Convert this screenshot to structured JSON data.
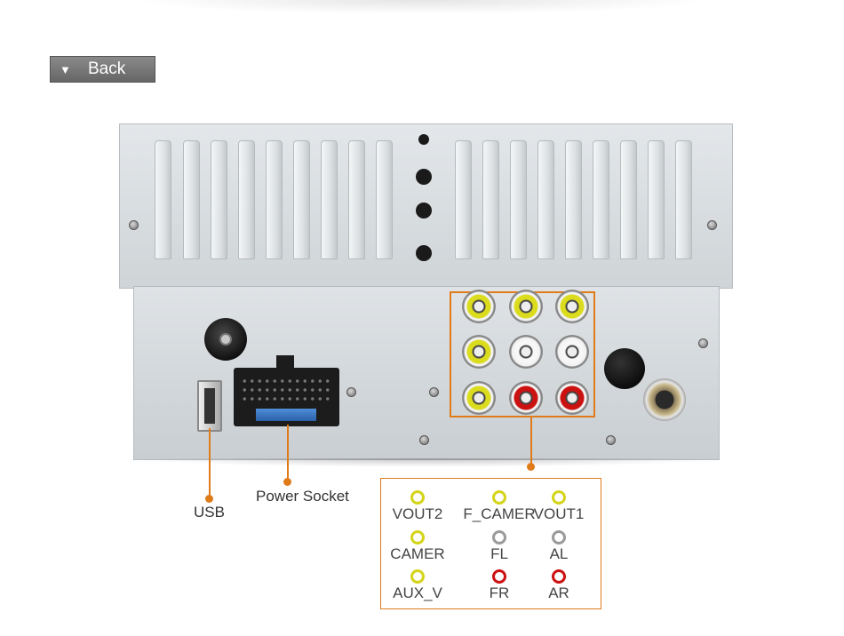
{
  "toolbar": {
    "back_label": "Back",
    "back_icon": "triangle-down-icon"
  },
  "callouts": {
    "usb": "USB",
    "power_socket": "Power Socket"
  },
  "colors": {
    "accent": "#e07b1a",
    "yellow": "#d4d41a",
    "white": "#9a9a9a",
    "red": "#cc1111"
  },
  "legend": {
    "items": [
      {
        "label": "VOUT2",
        "color": "yellow"
      },
      {
        "label": "F_CAMER",
        "color": "yellow"
      },
      {
        "label": "VOUT1",
        "color": "yellow"
      },
      {
        "label": "CAMER",
        "color": "yellow"
      },
      {
        "label": "FL",
        "color": "white"
      },
      {
        "label": "AL",
        "color": "white"
      },
      {
        "label": "AUX_V",
        "color": "yellow"
      },
      {
        "label": "FR",
        "color": "red"
      },
      {
        "label": "AR",
        "color": "red"
      }
    ]
  }
}
